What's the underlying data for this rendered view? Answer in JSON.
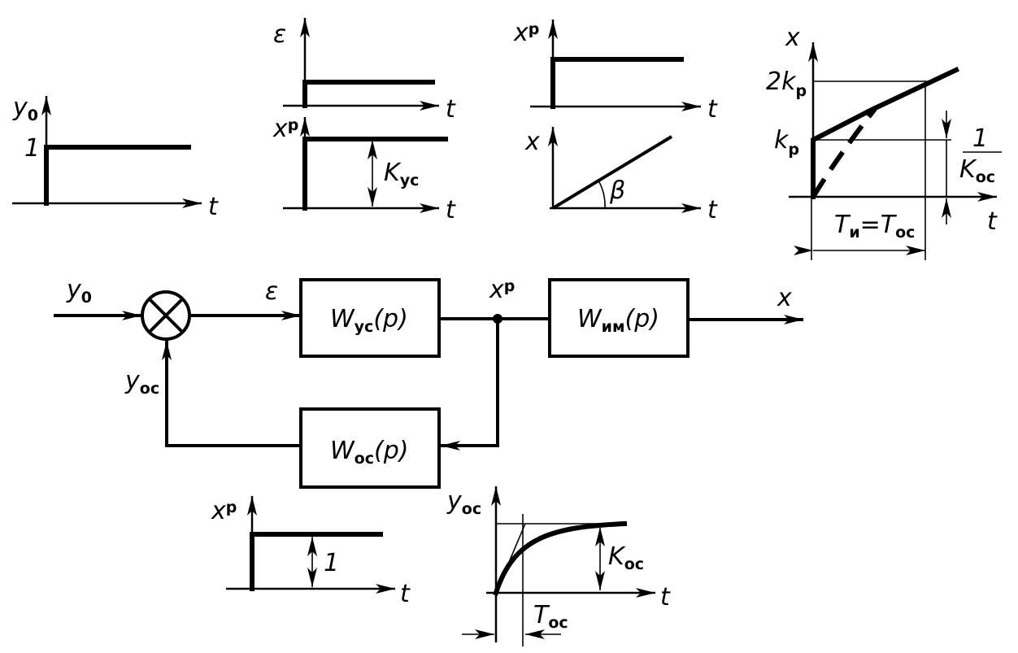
{
  "labels": {
    "y0": "y",
    "y0_sub": "0",
    "one": "1",
    "t": "t",
    "eps": "ε",
    "xp": "x",
    "xp_sub": "p",
    "kus": "K",
    "kus_sub": "yc",
    "x": "x",
    "beta": "β",
    "two_kp": "2k",
    "two_kp_sub": "p",
    "kp": "k",
    "kp_sub": "p",
    "one_over": "1",
    "kos": "K",
    "kos_sub": "oc",
    "ti": "T",
    "ti_sub": "и",
    "eq": "=",
    "tos": "T",
    "tos_sub": "oc",
    "yos": "y",
    "yos_sub": "oc",
    "open_paren": "(",
    "p": "p",
    "close_paren": ")"
  },
  "blocks": {
    "amp": {
      "main": "W",
      "sub": "yc"
    },
    "actuator": {
      "main": "W",
      "sub": "им"
    },
    "feedback": {
      "main": "W",
      "sub": "oc"
    }
  }
}
